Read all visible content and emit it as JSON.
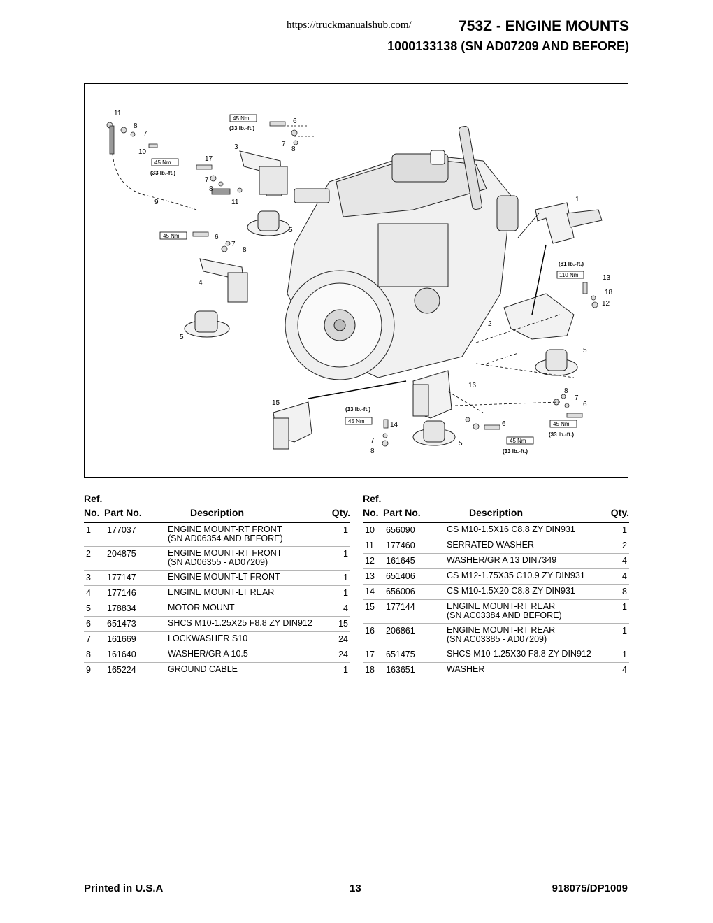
{
  "header": {
    "url": "https://truckmanualshub.com/",
    "title": "753Z - ENGINE MOUNTS",
    "subtitle": "1000133138  (SN AD07209 AND BEFORE)"
  },
  "figure": {
    "callouts": [
      "11",
      "8",
      "7",
      "10",
      "9",
      "17",
      "7",
      "8",
      "11",
      "6",
      "7",
      "8",
      "3",
      "5",
      "6",
      "7",
      "8",
      "4",
      "5",
      "1",
      "13",
      "18",
      "12",
      "2",
      "5",
      "16",
      "8",
      "7",
      "6",
      "15",
      "14",
      "7",
      "8",
      "5",
      "6"
    ],
    "torque": {
      "nm45": "45 Nm",
      "lbft33": "(33 lb.-ft.)",
      "nm110": "110 Nm",
      "lbft81": "(81 lb.-ft.)"
    }
  },
  "table_headers": {
    "ref": "Ref.",
    "no": "No.",
    "part_no": "Part No.",
    "description": "Description",
    "qty": "Qty."
  },
  "parts_left": [
    {
      "ref": "1",
      "part": "177037",
      "desc1": "ENGINE MOUNT-RT FRONT",
      "desc2": "(SN AD06354 AND BEFORE)",
      "qty": "1"
    },
    {
      "ref": "2",
      "part": "204875",
      "desc1": "ENGINE MOUNT-RT FRONT",
      "desc2": "(SN AD06355 - AD07209)",
      "qty": "1"
    },
    {
      "ref": "3",
      "part": "177147",
      "desc1": "ENGINE MOUNT-LT FRONT",
      "desc2": "",
      "qty": "1"
    },
    {
      "ref": "4",
      "part": "177146",
      "desc1": "ENGINE MOUNT-LT REAR",
      "desc2": "",
      "qty": "1"
    },
    {
      "ref": "5",
      "part": "178834",
      "desc1": "MOTOR MOUNT",
      "desc2": "",
      "qty": "4"
    },
    {
      "ref": "6",
      "part": "651473",
      "desc1": "SHCS M10-1.25X25 F8.8 ZY DIN912",
      "desc2": "",
      "qty": "15"
    },
    {
      "ref": "7",
      "part": "161669",
      "desc1": "LOCKWASHER S10",
      "desc2": "",
      "qty": "24"
    },
    {
      "ref": "8",
      "part": "161640",
      "desc1": "WASHER/GR A 10.5",
      "desc2": "",
      "qty": "24"
    },
    {
      "ref": "9",
      "part": "165224",
      "desc1": "GROUND CABLE",
      "desc2": "",
      "qty": "1"
    }
  ],
  "parts_right": [
    {
      "ref": "10",
      "part": "656090",
      "desc1": "CS M10-1.5X16 C8.8 ZY DIN931",
      "desc2": "",
      "qty": "1"
    },
    {
      "ref": "11",
      "part": "177460",
      "desc1": "SERRATED WASHER",
      "desc2": "",
      "qty": "2"
    },
    {
      "ref": "12",
      "part": "161645",
      "desc1": "WASHER/GR A 13 DIN7349",
      "desc2": "",
      "qty": "4"
    },
    {
      "ref": "13",
      "part": "651406",
      "desc1": "CS M12-1.75X35 C10.9 ZY DIN931",
      "desc2": "",
      "qty": "4"
    },
    {
      "ref": "14",
      "part": "656006",
      "desc1": "CS M10-1.5X20 C8.8 ZY DIN931",
      "desc2": "",
      "qty": "8"
    },
    {
      "ref": "15",
      "part": "177144",
      "desc1": "ENGINE MOUNT-RT REAR",
      "desc2": "(SN AC03384 AND BEFORE)",
      "qty": "1"
    },
    {
      "ref": "16",
      "part": "206861",
      "desc1": "ENGINE MOUNT-RT REAR",
      "desc2": "(SN AC03385 - AD07209)",
      "qty": "1"
    },
    {
      "ref": "17",
      "part": "651475",
      "desc1": "SHCS M10-1.25X30 F8.8 ZY DIN912",
      "desc2": "",
      "qty": "1"
    },
    {
      "ref": "18",
      "part": "163651",
      "desc1": "WASHER",
      "desc2": "",
      "qty": "4"
    }
  ],
  "footer": {
    "left": "Printed in U.S.A",
    "center": "13",
    "right": "918075/DP1009"
  }
}
